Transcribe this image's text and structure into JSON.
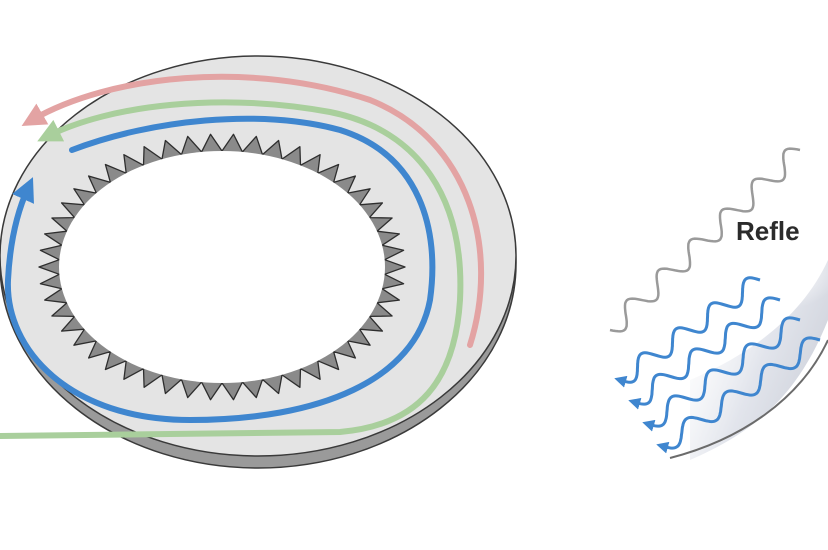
{
  "diagram": {
    "labels": {
      "reflection": "Refle"
    },
    "colors": {
      "disk_top": "#e4e4e4",
      "disk_edge": "#9a9a9a",
      "disk_outline": "#3a3a3a",
      "hole_fill": "#ffffff",
      "teeth_fill": "#8a8a8a",
      "path_red": "#e3a3a3",
      "path_green": "#a9cf9c",
      "path_blue": "#3f86cf",
      "wave_gray": "#9a9a9a",
      "reflector": "#d9dbe0"
    },
    "teeth_count": 50,
    "reflected_wave_count": 4
  }
}
